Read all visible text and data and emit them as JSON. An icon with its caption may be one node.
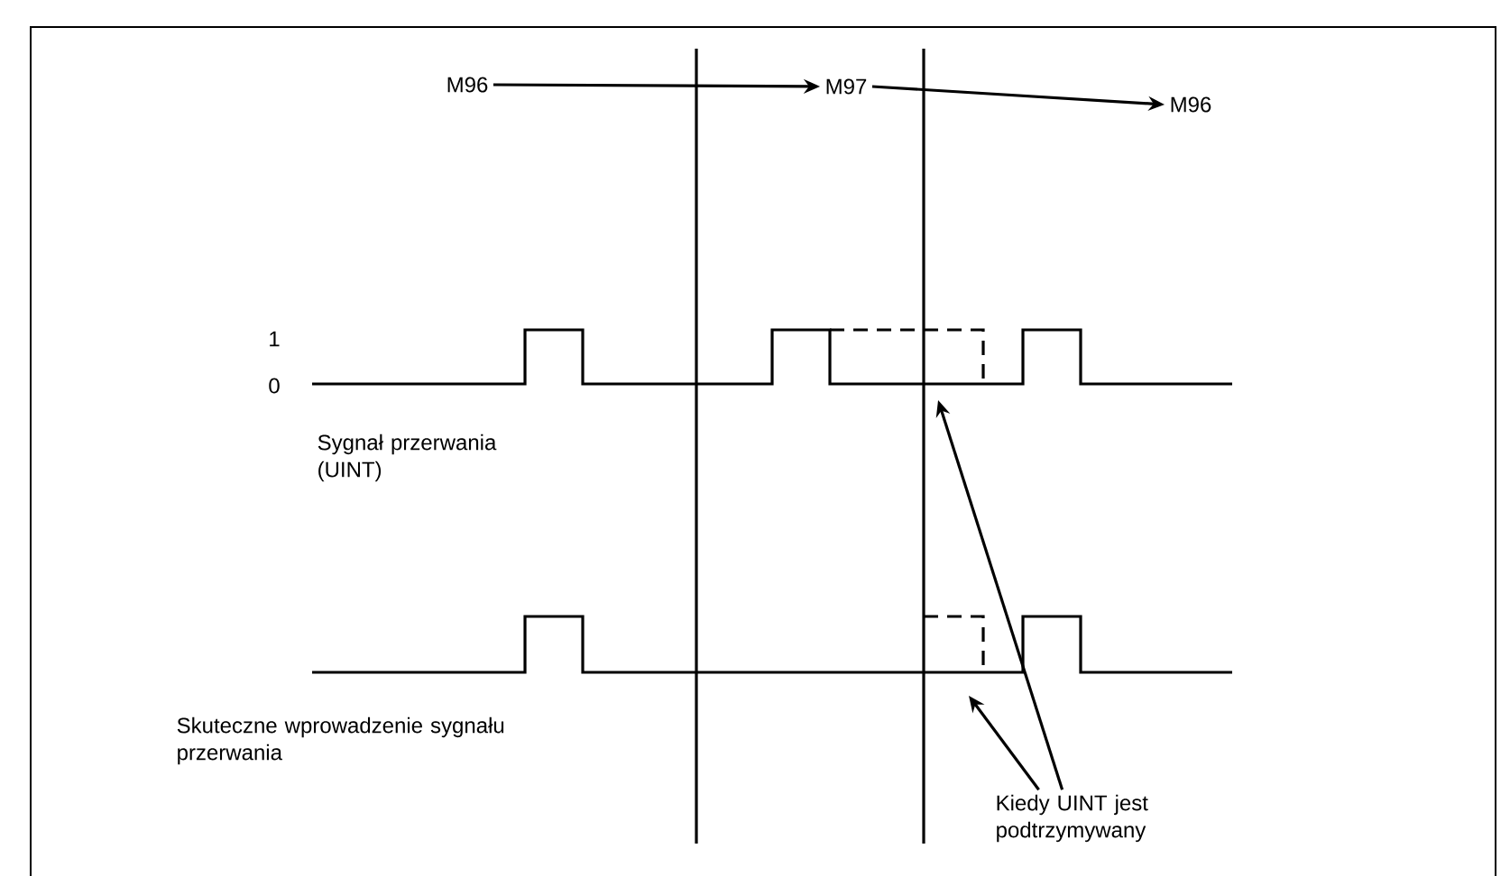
{
  "diagram": {
    "nodes": [
      {
        "text": [
          "M96"
        ]
      },
      {
        "text": [
          "M97"
        ]
      },
      {
        "text": [
          "M96"
        ]
      },
      {
        "text": [
          "Sygnał przerwania (UINT)"
        ]
      },
      {
        "text": [
          "Skuteczne wprowadzenie sygnału przerwania"
        ]
      },
      {
        "text": [
          "Kiedy UINT jest podtrzymywany"
        ]
      }
    ],
    "edges": [
      {
        "from": 0,
        "to": 1,
        "arrow": "to"
      },
      {
        "from": 1,
        "to": 2,
        "arrow": "to"
      },
      {
        "from": 5,
        "to": null,
        "arrow": "to"
      },
      {
        "from": 5,
        "to": null,
        "arrow": "to"
      }
    ],
    "labels": [
      "1",
      "0"
    ]
  }
}
